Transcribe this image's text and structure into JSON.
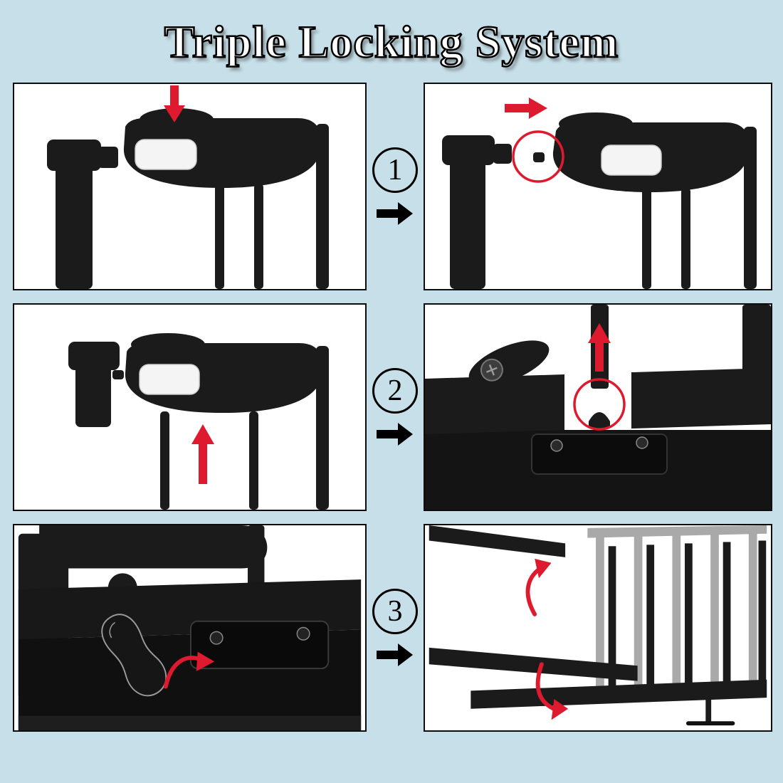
{
  "title": "Triple Locking System",
  "steps": [
    {
      "number": "1"
    },
    {
      "number": "2"
    },
    {
      "number": "3"
    }
  ],
  "panels": [
    {
      "id": "step-1-before",
      "annotations": [
        "red-arrow-down-icon"
      ]
    },
    {
      "id": "step-1-after",
      "annotations": [
        "red-arrow-right-icon",
        "red-circle-highlight"
      ]
    },
    {
      "id": "step-2-before",
      "annotations": [
        "red-arrow-up-icon"
      ]
    },
    {
      "id": "step-2-after",
      "annotations": [
        "red-arrow-up-icon",
        "red-circle-highlight"
      ]
    },
    {
      "id": "step-3-before",
      "annotations": [
        "red-curved-arrow-icon"
      ]
    },
    {
      "id": "step-3-after",
      "annotations": [
        "red-curved-arrow-up-icon",
        "red-curved-arrow-down-icon"
      ]
    }
  ],
  "colors": {
    "background": "#c7dfe8",
    "panel_bg": "#ffffff",
    "panel_border": "#0d0d0d",
    "gate_dark": "#1b1b1b",
    "gate_gray": "#a9a9a9",
    "accent_red": "#de1b2e",
    "title_color": "#ffffff",
    "title_outline": "#000000"
  }
}
